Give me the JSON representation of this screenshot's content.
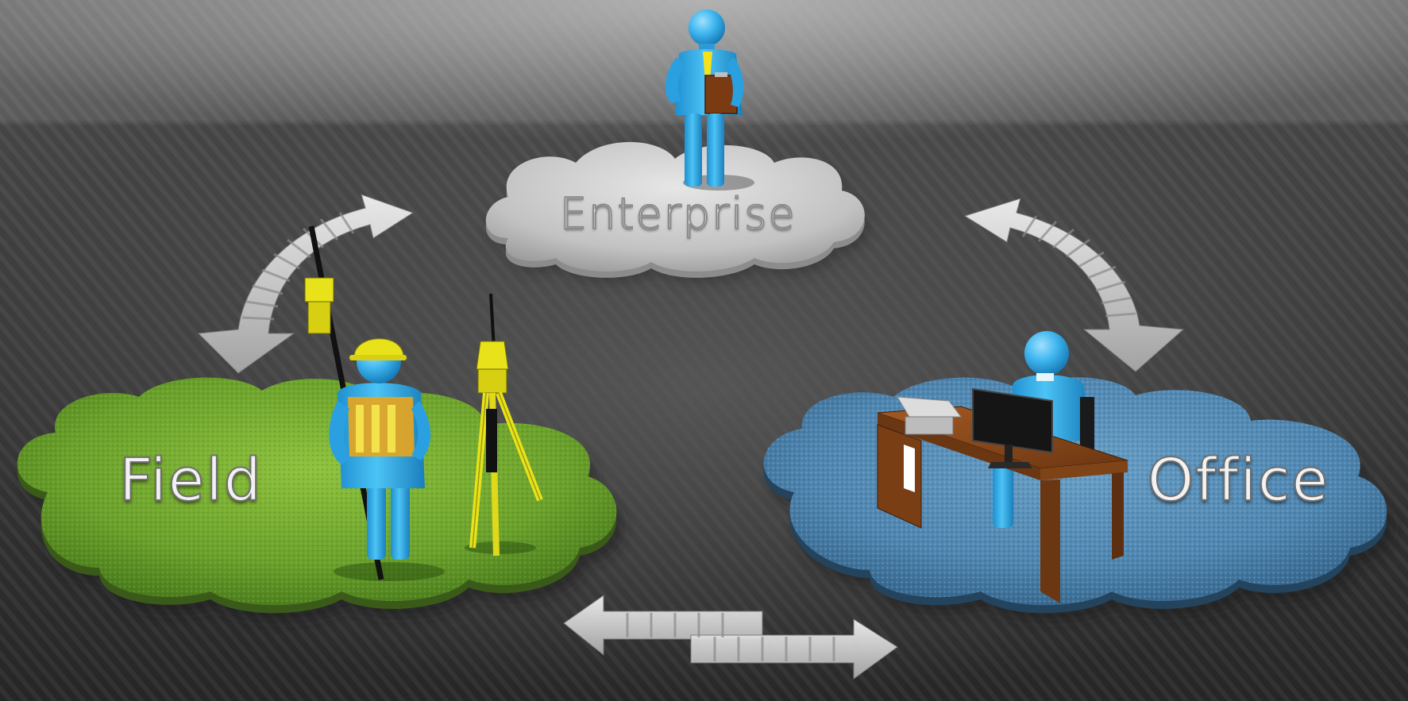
{
  "nodes": {
    "enterprise": {
      "label": "Enterprise"
    },
    "field": {
      "label": "Field"
    },
    "office": {
      "label": "Office"
    }
  },
  "colors": {
    "background": "#3a3a3a",
    "enterprise_cloud": "#c9c9c9",
    "field_grass": "#6fa531",
    "office_carpet": "#4f86b0",
    "figure_blue": "#3fb6ef",
    "arrow": "#d8d8d8",
    "safety_yellow": "#e8e21a",
    "desk_wood": "#8a4a1c"
  },
  "icons": [
    "manager-with-clipboard-figure",
    "surveyor-with-gnss-pole-figure",
    "gnss-receiver-on-tripod",
    "office-worker-at-desk-figure",
    "computer-monitor",
    "printer",
    "bidirectional-arrow"
  ]
}
